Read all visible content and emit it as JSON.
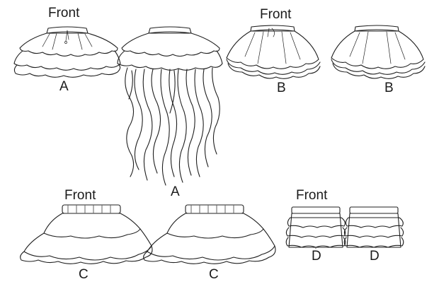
{
  "labels": {
    "front": "Front",
    "view_a": "A",
    "view_b": "B",
    "view_c": "C",
    "view_d": "D"
  },
  "colors": {
    "line": "#1f1f1f",
    "tulle_fill": "#b9b9b9",
    "tulle_light": "#d6d6d6",
    "paper": "#ffffff"
  }
}
